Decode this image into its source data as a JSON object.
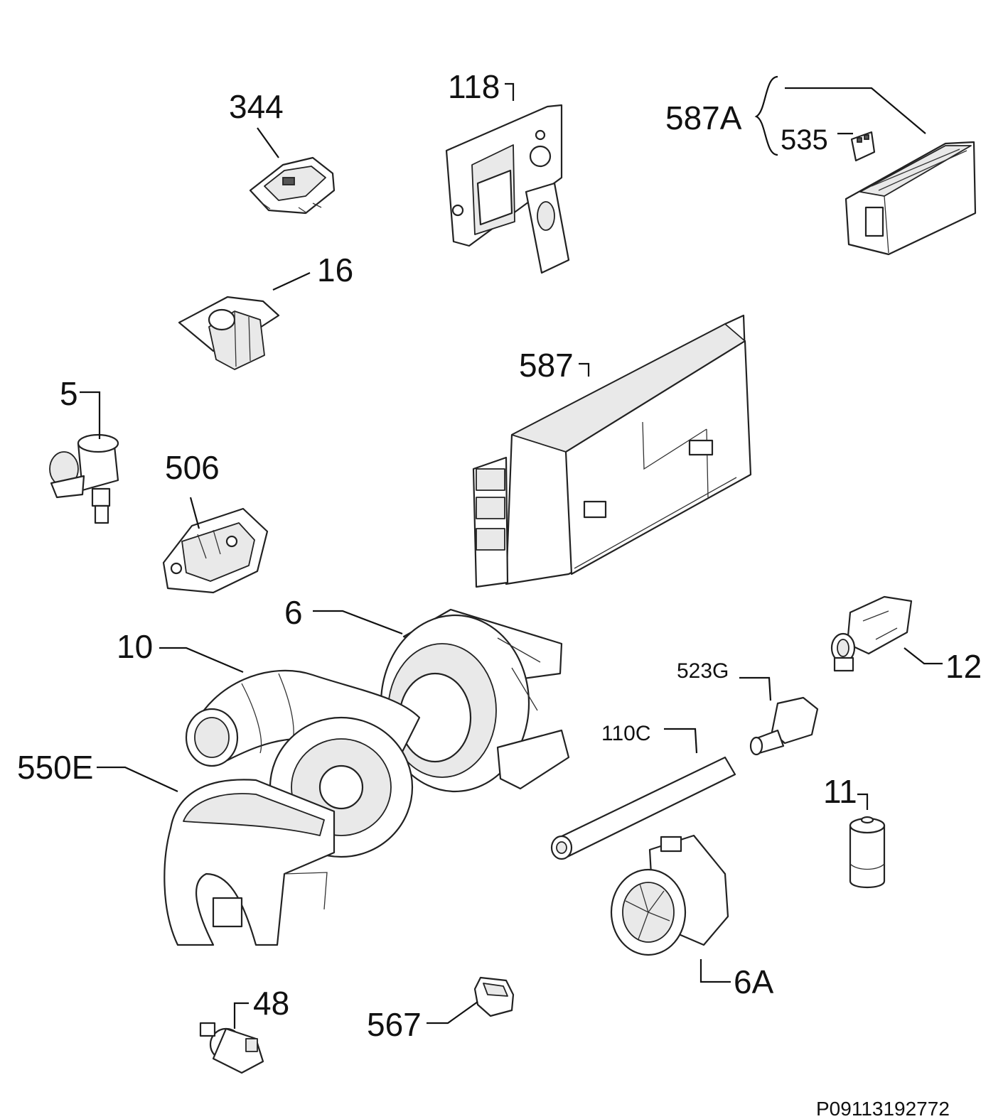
{
  "labels": {
    "p344": "344",
    "p118": "118",
    "p587a": "587A",
    "p535": "535",
    "p16": "16",
    "p587": "587",
    "p5": "5",
    "p506": "506",
    "p6": "6",
    "p10": "10",
    "p12": "12",
    "p523g": "523G",
    "p110c": "110C",
    "p550e": "550E",
    "p11": "11",
    "p6a": "6A",
    "p48": "48",
    "p567": "567"
  },
  "reference": "P09113192772"
}
